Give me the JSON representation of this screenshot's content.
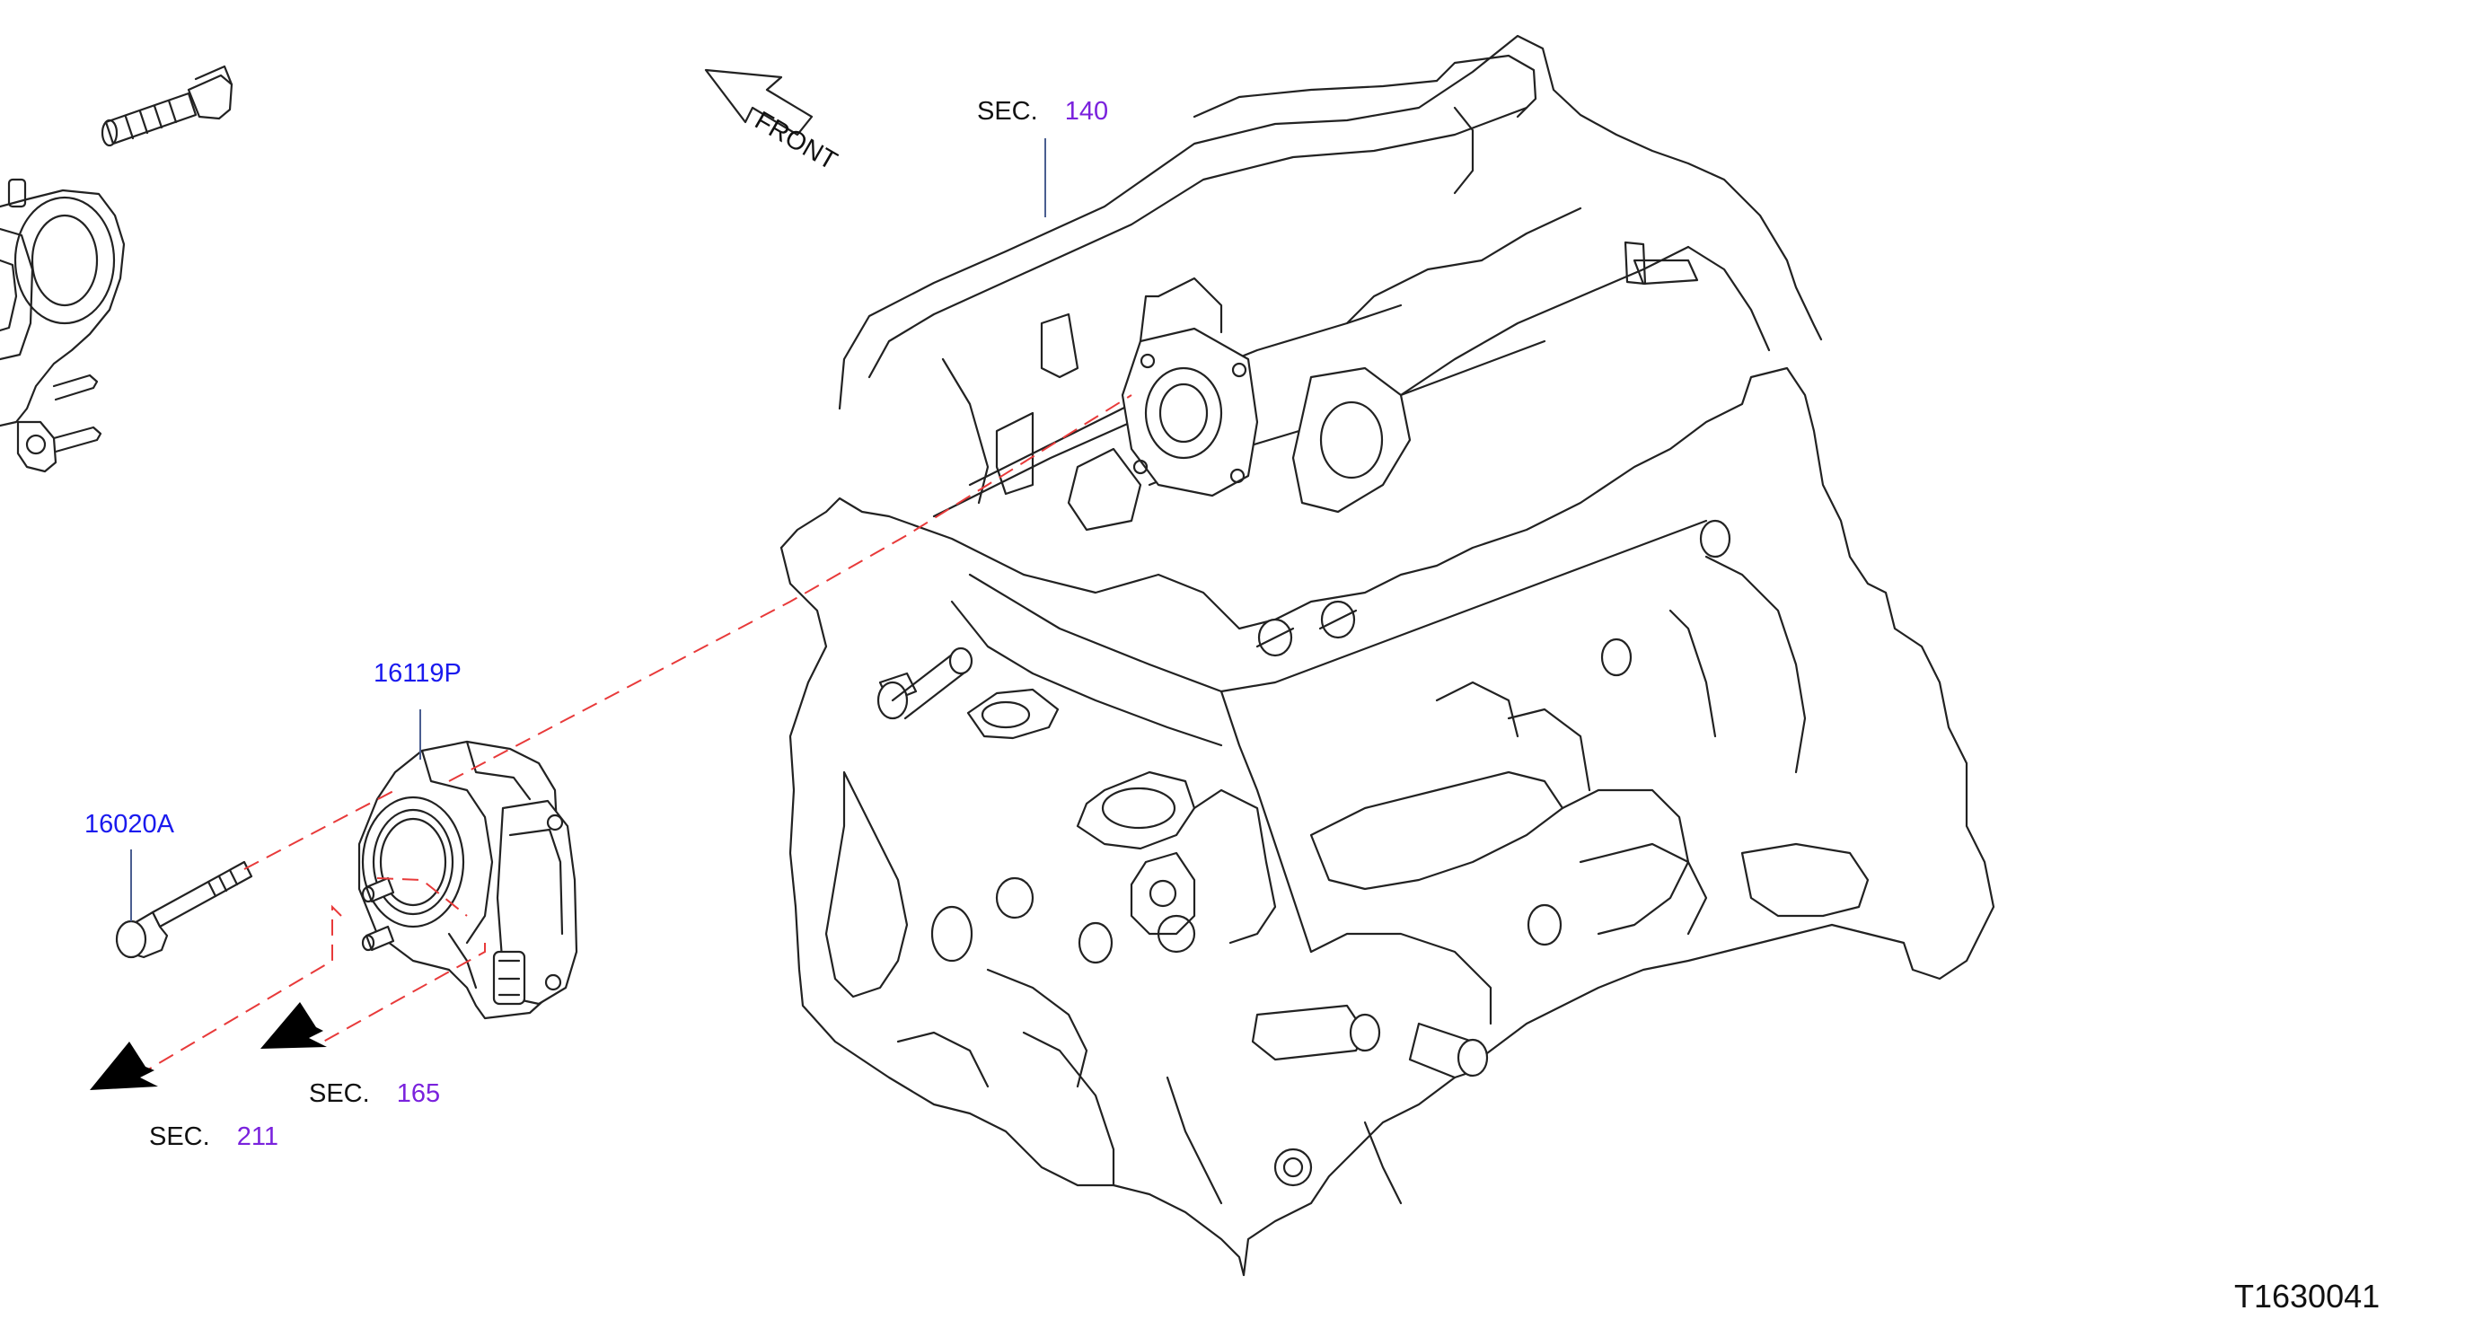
{
  "callouts": {
    "throttle_body": "16119P",
    "bolt": "16020A",
    "sec_140": {
      "prefix": "SEC.",
      "number": "140"
    },
    "sec_165": {
      "prefix": "SEC.",
      "number": "165"
    },
    "sec_211": {
      "prefix": "SEC.",
      "number": "211"
    }
  },
  "front_label": "FRONT",
  "diagram_code": "T1630041",
  "colors": {
    "part_number": "#1a1aee",
    "section_number": "#7a22dd",
    "guide_dash": "#e83a3a",
    "leader": "#4a5e90"
  }
}
